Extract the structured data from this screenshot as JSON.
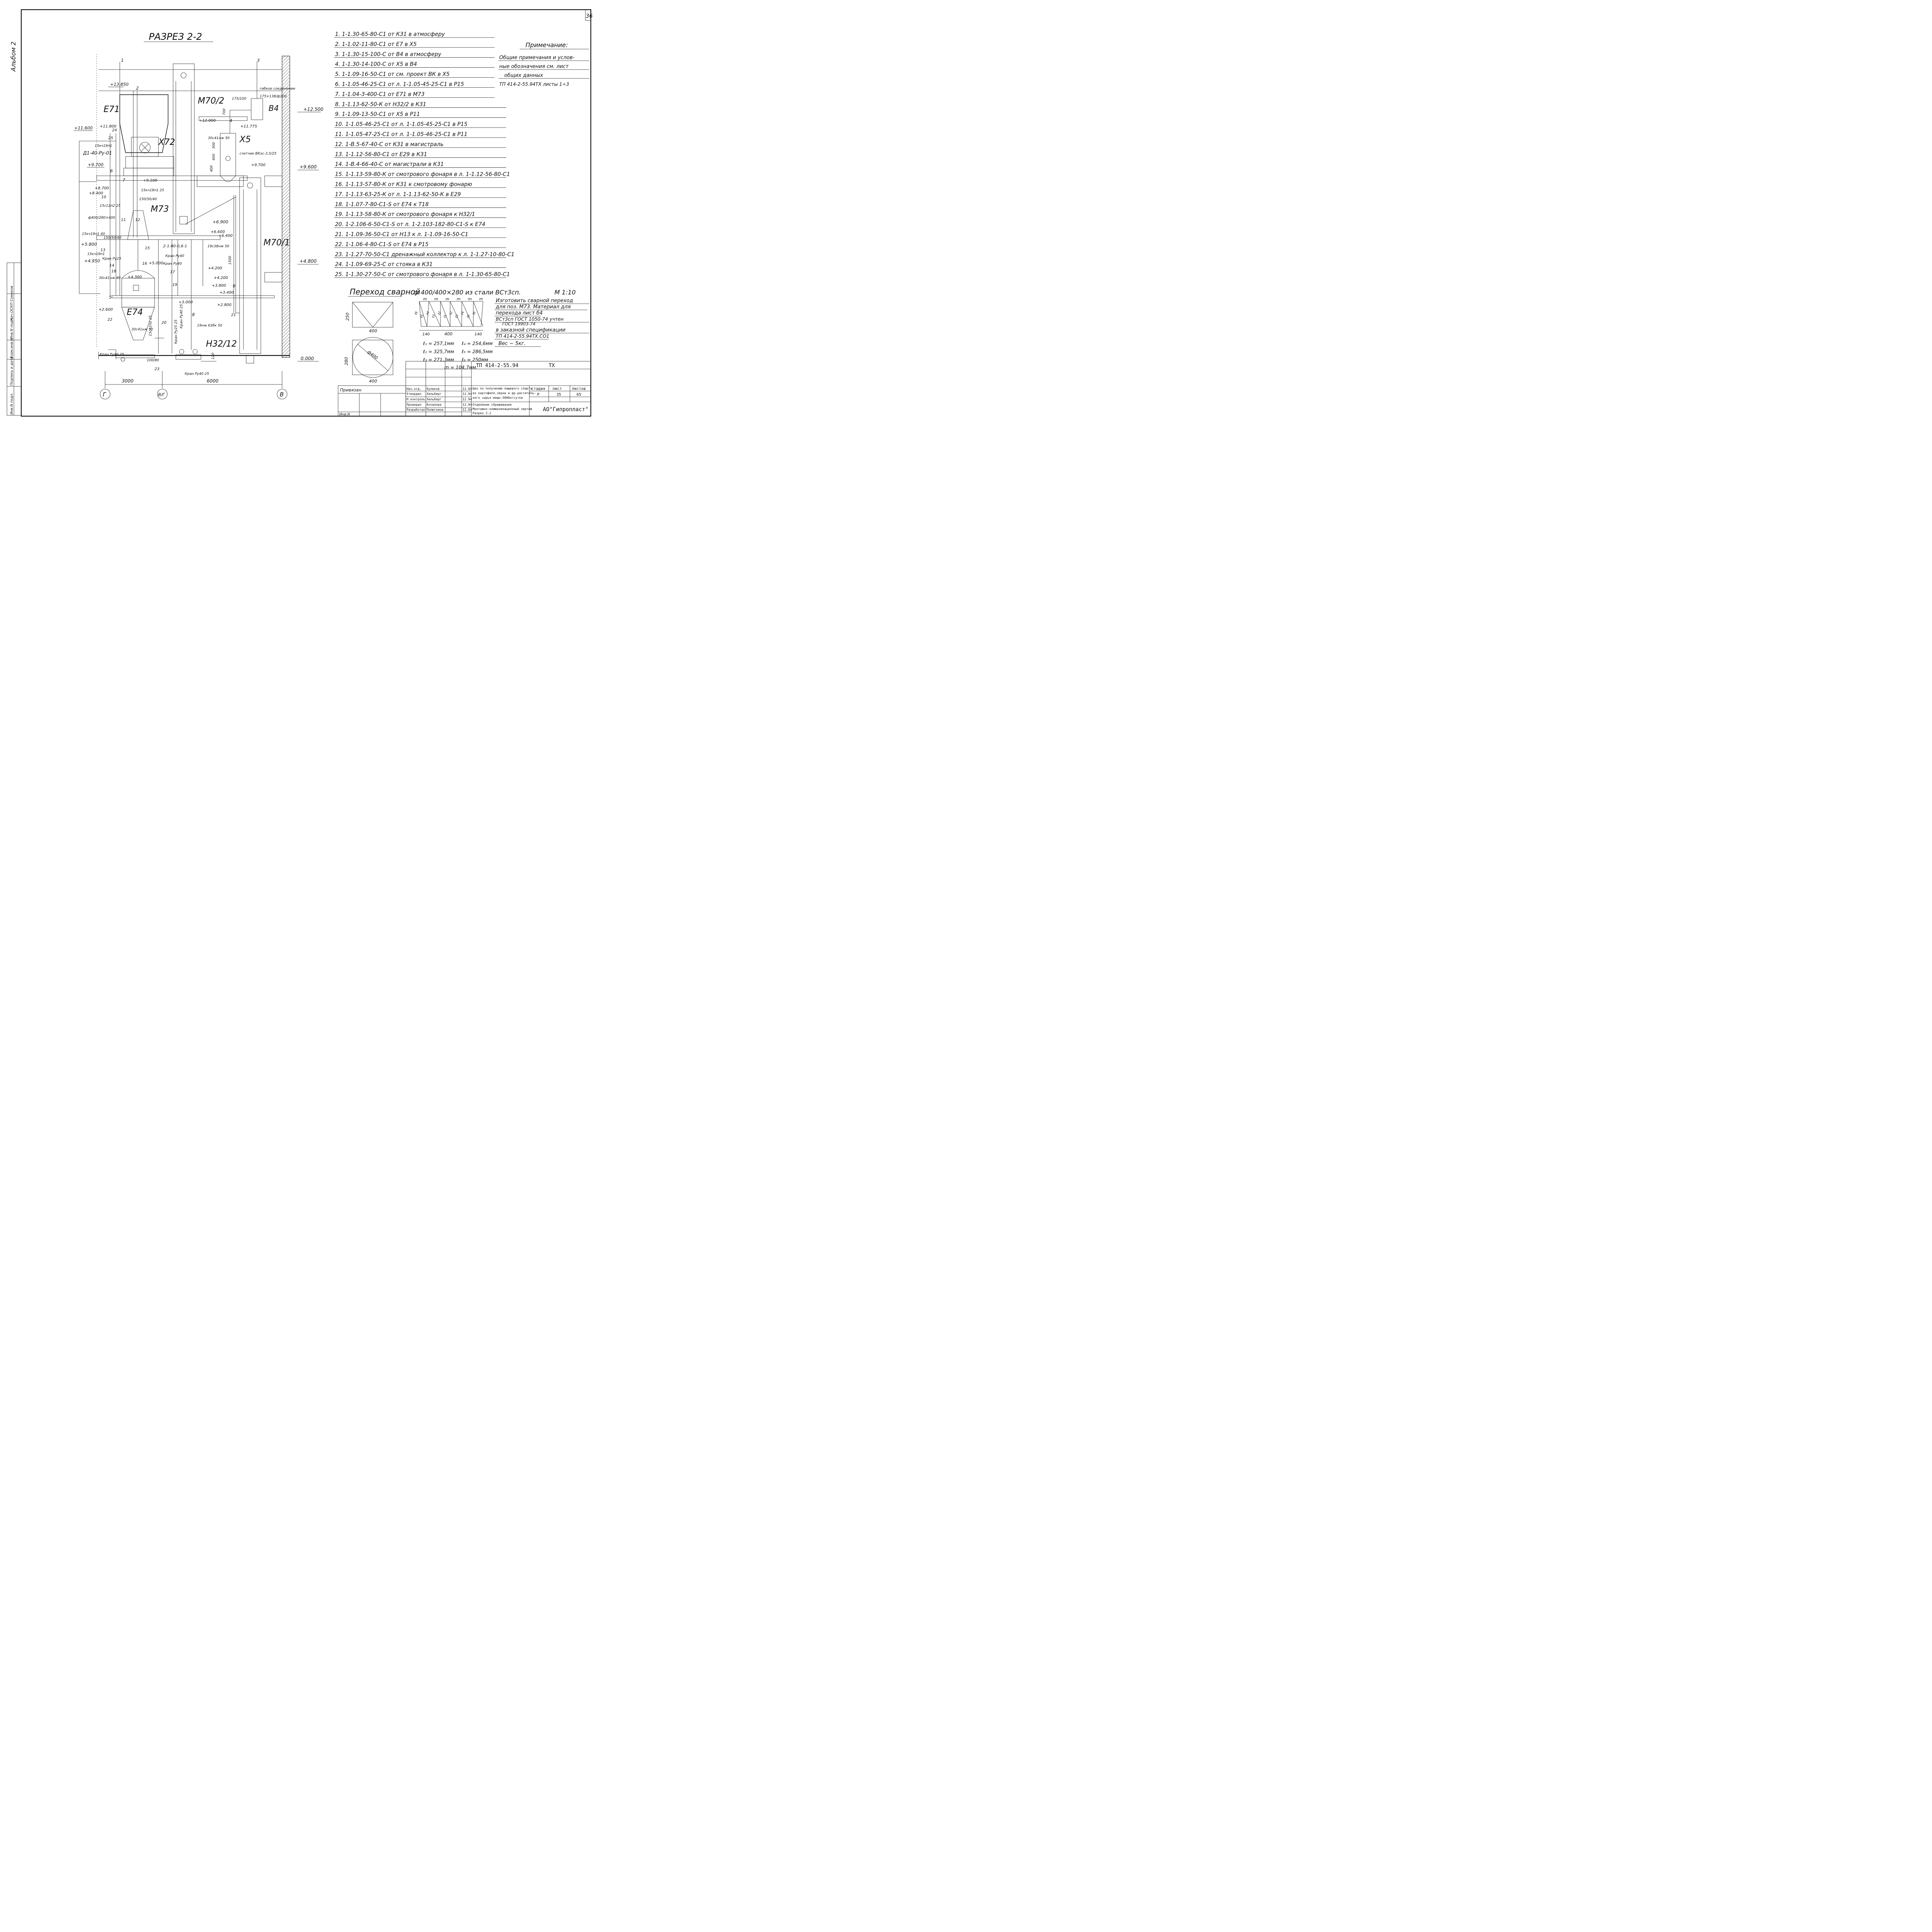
{
  "sheet": {
    "number": "36",
    "album": "Альбом 2",
    "title": "РАЗРЕЗ 2-2"
  },
  "side_stamp": [
    "Инв.N подл.",
    "Подпись и дата",
    "Взам.инв.N",
    "Инв.N подл.",
    "Нач.ОСКП Сомиков"
  ],
  "pipelines": [
    "1. 1-1.30-65-80-С1 от К31 в атмосферу",
    "2. 1-1.02-11-80-С1 от Е7 в Х5",
    "3. 1-1.30-15-100-С от В4 в атмосферу",
    "4. 1-1.30-14-100-С от Х5 в В4",
    "5. 1-1.09-16-50-С1 от см. проект ВК в Х5",
    "6. 1-1.05-46-25-С1 от л. 1-1.05-45-25-С1 в Р15",
    "7. 1-1.04-3-400-С1 от Е71 в М73",
    "8. 1-1.13-62-50-К от Н32/2 в К31",
    "9. 1-1.09-13-50-С1 от Х5 в Р11",
    "10. 1-1.05-46-25-С1 от л. 1-1.05-45-25-С1 в Р15",
    "11. 1-1.05-47-25-С1 от л. 1-1.05-46-25-С1 в Р11",
    "12. 1-В.5-67-40-С от К31 в магистраль",
    "13. 1-1.12-56-80-С1 от Е29 в К31",
    "14. 1-В.4-66-40-С от магистрали в К31",
    "15. 1-1.13-59-80-К от смотрового фонаря в л. 1-1.12-56-80-С1",
    "16. 1-1.13-57-80-К от К31 к смотровому фонарю",
    "17. 1-1.13-63-25-К от л. 1-1.13-62-50-К в Е29",
    "18. 1-1.07-7-80-С1-S от Е74 к Т18",
    "19. 1-1.13-58-80-К от смотрового фонаря к Н32/1",
    "20. 1-2.106-6-50-С1-S от л. 1-2.103-182-80-С1-S к Е74",
    "21. 1-1.09-36-50-С1 от Н13 к л. 1-1.09-16-50-С1",
    "22. 1-1.06-4-80-С1-S от Е74 в Р15",
    "23. 1-1.27-70-50-С1 дренажный коллектор к л. 1-1.27-10-80-С1",
    "24. 1-1.09-69-25-С от стояка в К31",
    "25. 1-1.30-27-50-С от смотрового фонаря в л. 1-1.30-65-80-С1"
  ],
  "note": {
    "title": "Примечание:",
    "lines": [
      "Общие примечания и услов-",
      "ные обозначения см. лист",
      "общих данных",
      "ТП 414-2-55.94ТХ листы 1÷3"
    ]
  },
  "transition": {
    "title": "Переход сварной",
    "spec": "ф 400/400×280 из стали ВСт3сп.",
    "scale": "М 1:10",
    "desc": [
      "Изготовить сварной переход",
      "для поз. М73. Материал для",
      "перехода лист б4",
      "ВСт3сп ГОСТ 1050-74 учтен",
      "ГОСТ 19903-74",
      "в заказной спецификации",
      "ТП 414-2-55.94ТХ.СО1",
      "Вес ~ 5кг."
    ],
    "lengths": [
      "ℓ₁ = 257,1мм",
      "ℓ₂ = 325,7мм",
      "ℓ₃ = 271,3мм",
      "ℓ₄ = 254,6мм",
      "ℓ₅ = 286,5мм",
      "ℓ₆ = 250мм",
      "m = 104,7мм."
    ],
    "dims": {
      "h": "250",
      "w": "400",
      "side": "140",
      "mid": "400",
      "d": "ф400",
      "h2": "280",
      "w2": "400"
    },
    "m_marks": [
      "m",
      "m",
      "m",
      "m",
      "m",
      "m"
    ],
    "ell_marks": [
      "ℓ6",
      "ℓ5",
      "ℓ4",
      "ℓ3",
      "ℓ2",
      "ℓ1",
      "ℓ2",
      "ℓ3",
      "ℓ4",
      "ℓ5",
      "ℓ6"
    ]
  },
  "elevations": {
    "e13850": "+13.850",
    "e12500": "+12.500",
    "e12000": "+12.000",
    "e11775": "+11.775",
    "e11600": "+11.600",
    "e11800": "+11.800",
    "e9700a": "+9.700",
    "e9700b": "+9.700",
    "e9600": "+9.600",
    "e9100": "+9.100",
    "e8700": "+8.700",
    "e8400": "+8.400",
    "e6900": "+6.900",
    "e6600": "+6.600",
    "e6400": "+6.400",
    "e5800": "+5.800",
    "e5000": "+5.000",
    "e4950": "+4.950",
    "e4800": "+4.800",
    "e4300": "+4.300",
    "e4200a": "+4.200",
    "e4200b": "+4.200",
    "e3800": "+3.800",
    "e3400": "+3.400",
    "e3000": "+3.000",
    "e2800": "+2.800",
    "e2600": "+2.600",
    "e0000": "0.000"
  },
  "equipment": {
    "E71": "Е71",
    "X72": "Х72",
    "M70_2": "М70/2",
    "B4": "В4",
    "X5": "Х5",
    "M73": "М73",
    "M70_1": "М70/1",
    "E74": "Е74",
    "H32_12": "Н32/12"
  },
  "callouts": {
    "flex": "гибкое соединение",
    "flex_size": "175×138/ф100",
    "p175": "175/100",
    "meter": "счетчик ВКос-3,5/25",
    "v30c41_50": "30с41нж 50",
    "v15kch_a": "15кч19п1",
    "d140": "Д1-40-Ру-01",
    "v15kch_b": "15кч19п1 25",
    "size150": "150/50/40",
    "v15c12": "15с12п2 25",
    "phi400": "ф400/280×400",
    "v15kch_c": "15кч19п1 40",
    "size150b": "150/50/40",
    "v15kch_d": "15кч19п1",
    "p2180": "2-1-80-0,6-1",
    "v19c38": "19с38нж 50",
    "kran40a": "Кран Ру40",
    "kran40b": "Кран Ру40",
    "kran25": "Кран Ру25",
    "v30c41_80": "30с41нж 80",
    "v30c41_50b": "30с41нж 50",
    "v15c12_25": "15с12п2 25",
    "v19nzh": "19нж 63бк 50",
    "kran40c": "Кран Ру40 25",
    "kran40d": "Кран Ру40 25",
    "s100_80": "100/80",
    "kran25b": "Кран Ру25 25",
    "kran40e": "Кран Ру40 25"
  },
  "dimensions": {
    "d3000": "3000",
    "d6000": "6000",
    "d700": "700",
    "d600": "600",
    "d300": "300",
    "d1500": "1500",
    "d400": "400",
    "d120": "120"
  },
  "axes": [
    "Г",
    "В/Г",
    "В"
  ],
  "nums": {
    "n1": "1",
    "n2": "2",
    "n3": "3",
    "n4": "4",
    "n5": "5",
    "n6": "6",
    "n7": "7",
    "n8": "8",
    "n9": "9",
    "n10": "10",
    "n11": "11",
    "n12": "12",
    "n13": "13",
    "n14": "14",
    "n15": "15",
    "n16": "16",
    "n17": "17",
    "n18": "18",
    "n19": "19",
    "n20": "20",
    "n21": "21",
    "n22": "22",
    "n23": "23",
    "n24": "24",
    "n25": "25"
  },
  "title_block": {
    "code": "ТП     414-2-55.94",
    "code_suffix": "ТХ",
    "privyazan": "Привязан",
    "inv": "Инв.N",
    "roles": [
      "Нач.отд.",
      "Утвердил",
      "Н.контроль",
      "Проверил",
      "Разработал"
    ],
    "names": [
      "Куликов",
      "Хельберг",
      "Хельберг",
      "Кочанова",
      "Полюткина"
    ],
    "dates": [
      "12.94",
      "12.94",
      "12.94",
      "12.94",
      "12.94"
    ],
    "object": [
      "Цех по получению пищевого спирта",
      "из картофеля,зерна и др.раститель-",
      "ного сырья мощн.5000л/сутки"
    ],
    "sheet_title": [
      "Отделение сбраживания",
      "Монтажно-коммуникационный чертеж",
      "Разрез 2-2"
    ],
    "stage_label": "стадия",
    "sheet_label": "лист",
    "sheets_label": "листов",
    "stage": "Р",
    "sheet": "35",
    "sheets": "65",
    "org": "АО\"Гипропласт\""
  }
}
